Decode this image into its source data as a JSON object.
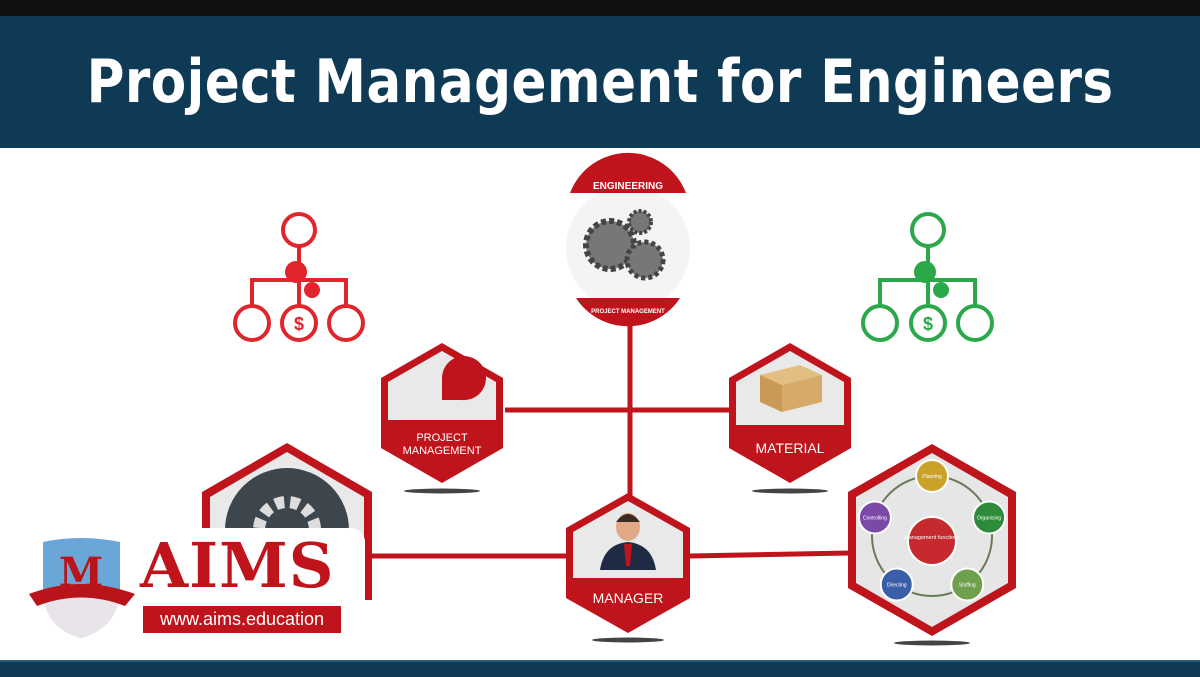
{
  "title": "Project Management for Engineers",
  "nodes": {
    "engineering": {
      "top_label": "ENGINEERING",
      "bottom_label": "PROJECT MANAGEMENT"
    },
    "project_management": {
      "label_line1": "PROJECT",
      "label_line2": "MANAGEMENT"
    },
    "material": {
      "label": "MATERIAL"
    },
    "manager": {
      "label": "MANAGER"
    },
    "management_functions": {
      "center": "Management functions",
      "items": [
        "Planning",
        "Organising",
        "Staffing",
        "Directing",
        "Controlling"
      ]
    }
  },
  "logo": {
    "name": "AIMS",
    "url": "www.aims.education"
  },
  "colors": {
    "banner": "#0e3a55",
    "accent_red": "#c0141c",
    "green": "#2aa84a",
    "function_colors": [
      "#c9a227",
      "#2e8b3a",
      "#6ea04e",
      "#3a5fa8",
      "#7b4aa8"
    ]
  }
}
